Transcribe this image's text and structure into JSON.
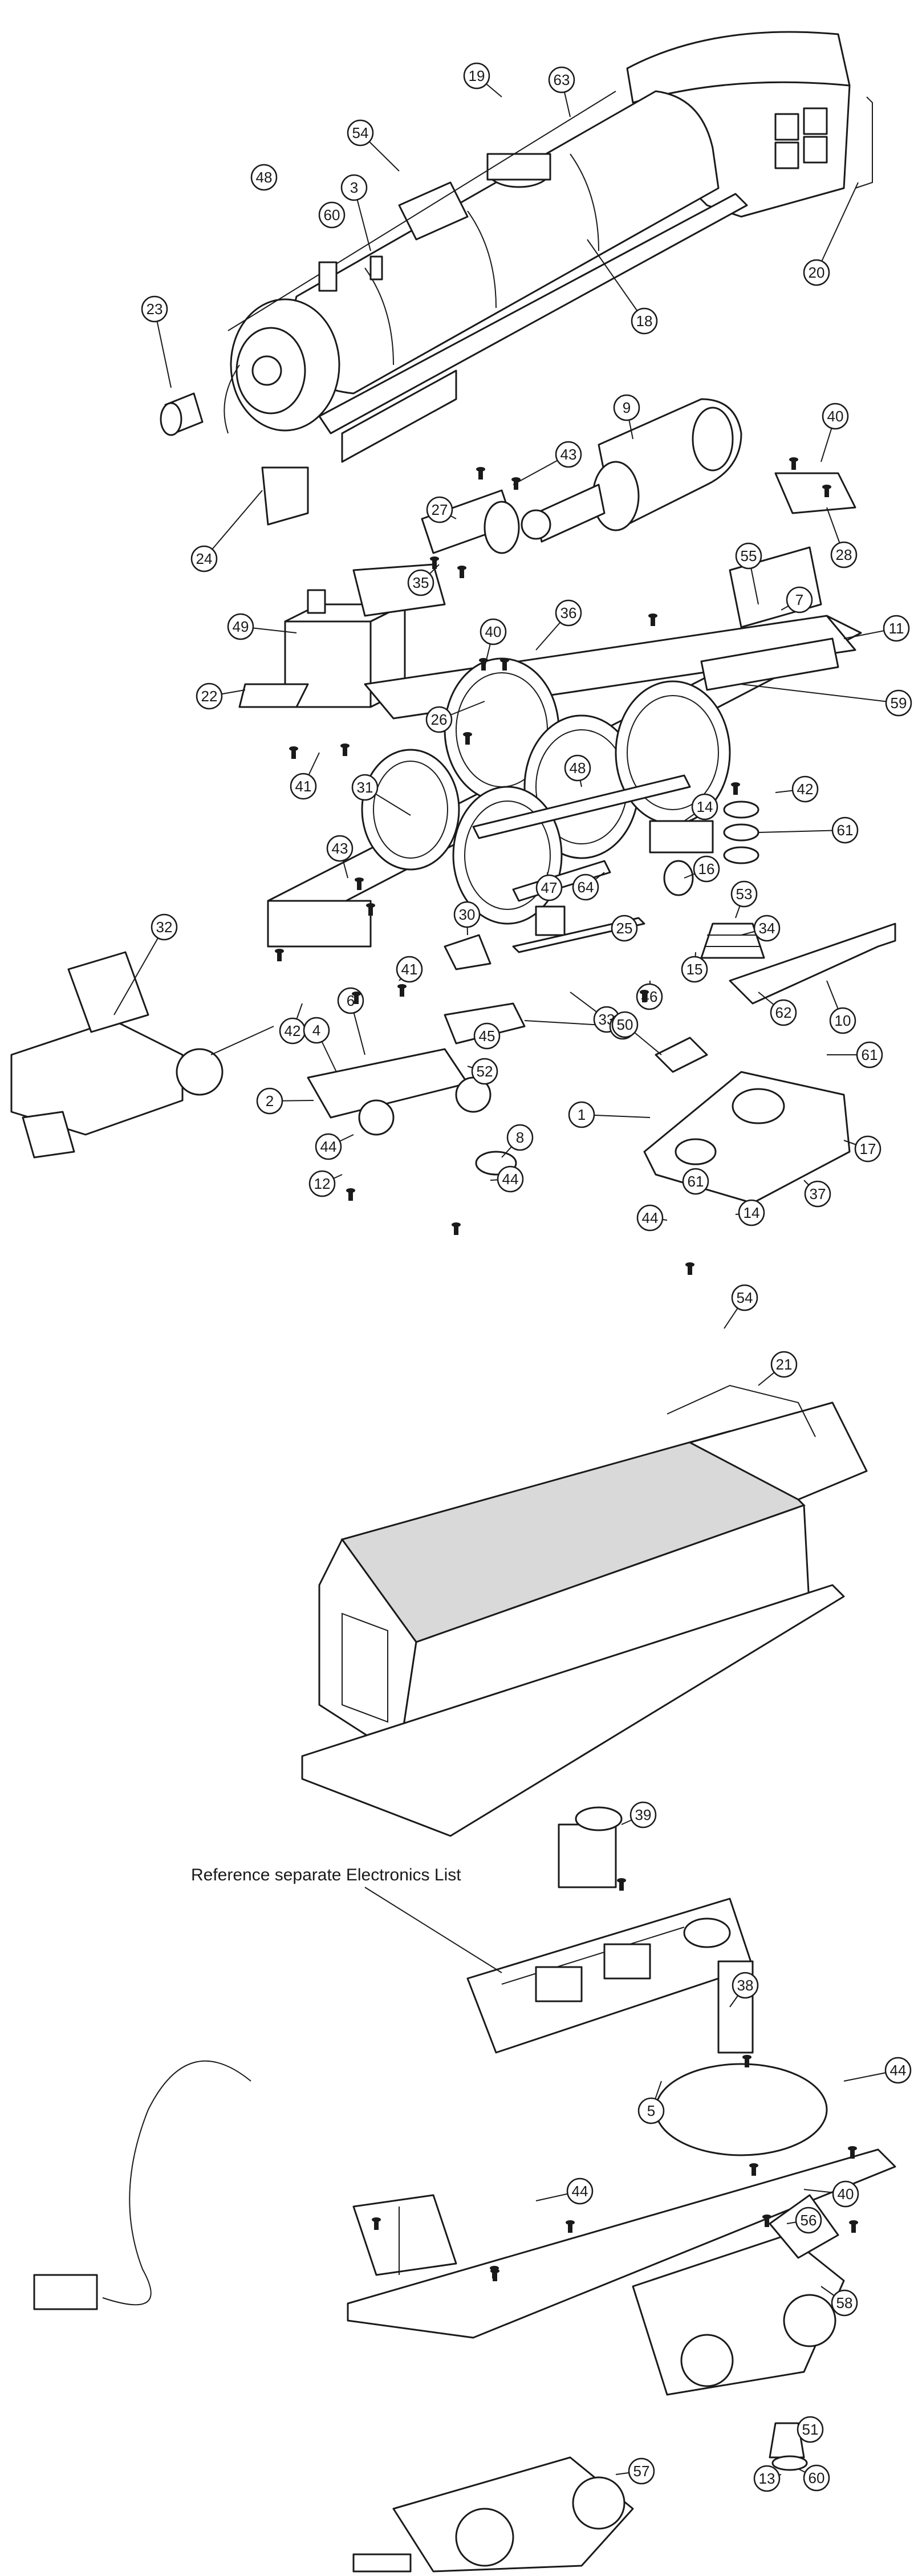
{
  "diagram": {
    "note": "Reference separate Electronics List",
    "callouts": [
      {
        "id": "19"
      },
      {
        "id": "63"
      },
      {
        "id": "54"
      },
      {
        "id": "48"
      },
      {
        "id": "3"
      },
      {
        "id": "60"
      },
      {
        "id": "20"
      },
      {
        "id": "18"
      },
      {
        "id": "23"
      },
      {
        "id": "9"
      },
      {
        "id": "40"
      },
      {
        "id": "43"
      },
      {
        "id": "27"
      },
      {
        "id": "24"
      },
      {
        "id": "28"
      },
      {
        "id": "35"
      },
      {
        "id": "55"
      },
      {
        "id": "7"
      },
      {
        "id": "49"
      },
      {
        "id": "36"
      },
      {
        "id": "11"
      },
      {
        "id": "40"
      },
      {
        "id": "22"
      },
      {
        "id": "26"
      },
      {
        "id": "59"
      },
      {
        "id": "48"
      },
      {
        "id": "41"
      },
      {
        "id": "14"
      },
      {
        "id": "42"
      },
      {
        "id": "31"
      },
      {
        "id": "61"
      },
      {
        "id": "43"
      },
      {
        "id": "47"
      },
      {
        "id": "64"
      },
      {
        "id": "16"
      },
      {
        "id": "53"
      },
      {
        "id": "32"
      },
      {
        "id": "30"
      },
      {
        "id": "25"
      },
      {
        "id": "34"
      },
      {
        "id": "41"
      },
      {
        "id": "15"
      },
      {
        "id": "42"
      },
      {
        "id": "46"
      },
      {
        "id": "62"
      },
      {
        "id": "10"
      },
      {
        "id": "33"
      },
      {
        "id": "6"
      },
      {
        "id": "29"
      },
      {
        "id": "45"
      },
      {
        "id": "4"
      },
      {
        "id": "61"
      },
      {
        "id": "52"
      },
      {
        "id": "50"
      },
      {
        "id": "2"
      },
      {
        "id": "1"
      },
      {
        "id": "8"
      },
      {
        "id": "44"
      },
      {
        "id": "17"
      },
      {
        "id": "12"
      },
      {
        "id": "44"
      },
      {
        "id": "37"
      },
      {
        "id": "61"
      },
      {
        "id": "44"
      },
      {
        "id": "14"
      },
      {
        "id": "54"
      },
      {
        "id": "21"
      },
      {
        "id": "39"
      },
      {
        "id": "38"
      },
      {
        "id": "44"
      },
      {
        "id": "5"
      },
      {
        "id": "44"
      },
      {
        "id": "40"
      },
      {
        "id": "56"
      },
      {
        "id": "58"
      },
      {
        "id": "51"
      },
      {
        "id": "57"
      },
      {
        "id": "13"
      },
      {
        "id": "60"
      }
    ]
  }
}
